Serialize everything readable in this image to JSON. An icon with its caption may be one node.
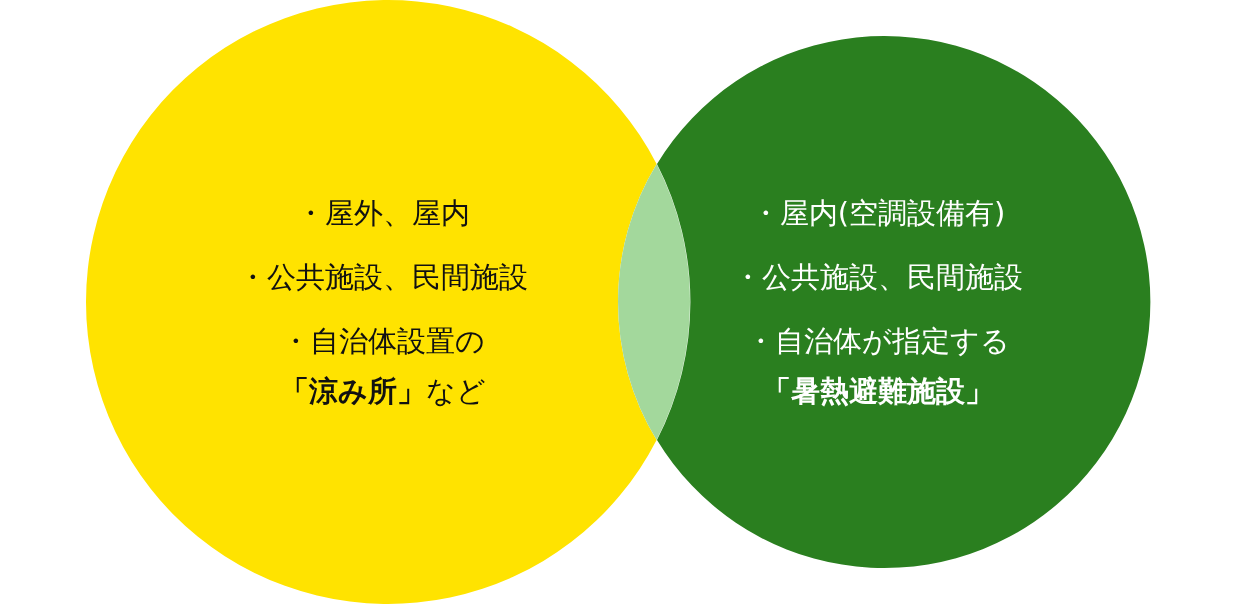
{
  "diagram": {
    "nodes": [
      {
        "text": [
          "・屋外、屋内",
          "・公共施設、民間施設",
          "・自治体設置の**「涼み所」**など"
        ]
      },
      {
        "text": [],
        "shape": "lens"
      },
      {
        "text": [
          "・屋内(空調設備有)",
          "・公共施設、民間施設",
          "・自治体が指定する**「暑熱避難施設」**"
        ]
      }
    ]
  }
}
